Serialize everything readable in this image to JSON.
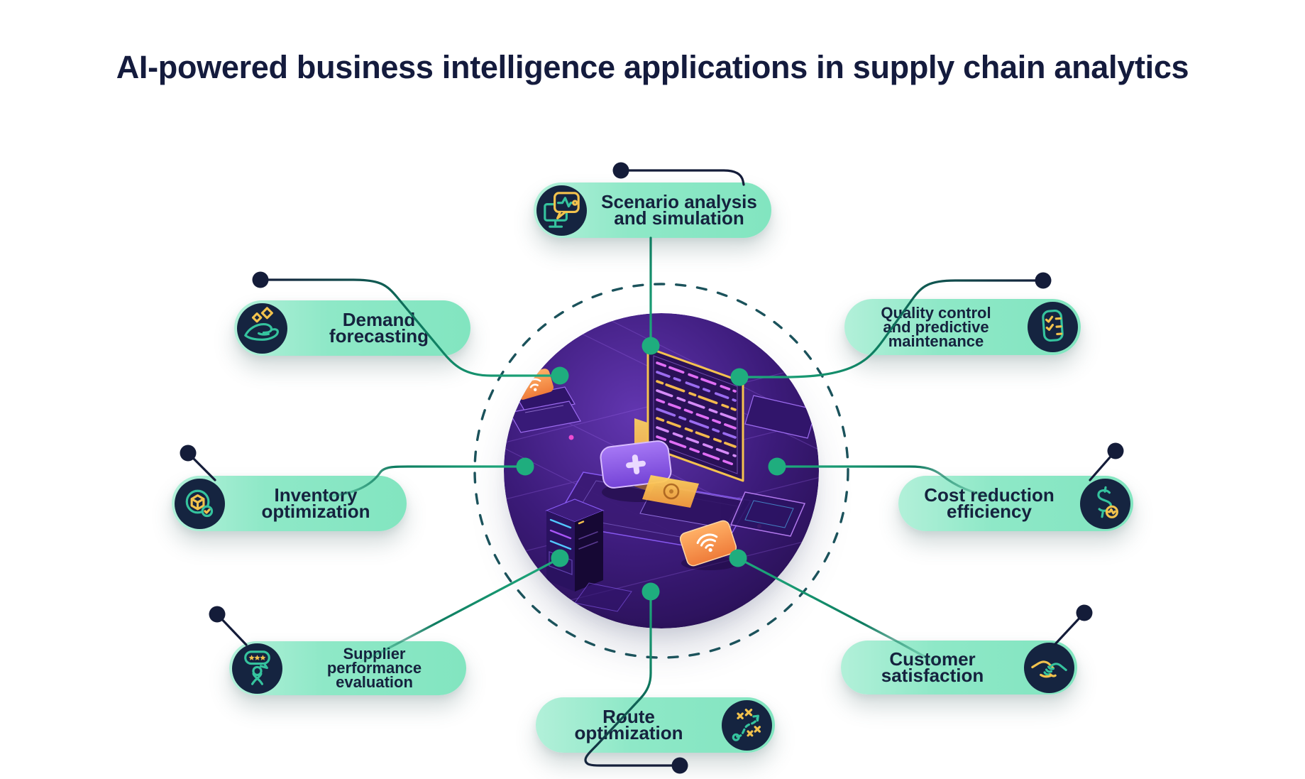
{
  "title": "AI-powered business intelligence applications in supply chain analytics",
  "pills": [
    {
      "id": "scenario",
      "label": "Scenario analysis and simulation",
      "lines": [
        "Scenario analysis",
        "and simulation"
      ],
      "icon": "monitor-pulse-icon"
    },
    {
      "id": "demand",
      "label": "Demand forecasting",
      "lines": [
        "Demand",
        "forecasting"
      ],
      "icon": "hand-sparkles-icon"
    },
    {
      "id": "quality",
      "label": "Quality control and predictive maintenance",
      "lines": [
        "Quality control",
        "and predictive",
        "maintenance"
      ],
      "icon": "checklist-icon"
    },
    {
      "id": "inventory",
      "label": "Inventory optimization",
      "lines": [
        "Inventory",
        "optimization"
      ],
      "icon": "box-check-icon"
    },
    {
      "id": "cost",
      "label": "Cost reduction efficiency",
      "lines": [
        "Cost reduction",
        "efficiency"
      ],
      "icon": "dollar-coin-icon"
    },
    {
      "id": "supplier",
      "label": "Supplier performance evaluation",
      "lines": [
        "Supplier",
        "performance",
        "evaluation"
      ],
      "icon": "person-rating-icon"
    },
    {
      "id": "customer",
      "label": "Customer satisfaction",
      "lines": [
        "Customer",
        "satisfaction"
      ],
      "icon": "handshake-icon"
    },
    {
      "id": "route",
      "label": "Route optimization",
      "lines": [
        "Route",
        "optimization"
      ],
      "icon": "strategy-route-icon"
    }
  ],
  "center": {
    "illustration": "isometric-supply-chain-tech-scene"
  },
  "colors": {
    "background": "#FFFFFF",
    "title_text": "#141B3D",
    "pill_bg": "#8EE8C7",
    "pill_bg_light": "#B2F0D9",
    "pill_text": "#15223E",
    "icon_circle_bg": "#152440",
    "icon_teal": "#35C39E",
    "icon_yellow": "#F2C24D",
    "connector_navy": "#141C39",
    "connector_teal": "#0E7C60",
    "node_green": "#1FAD7E",
    "dashed_ring": "#1B525B"
  }
}
